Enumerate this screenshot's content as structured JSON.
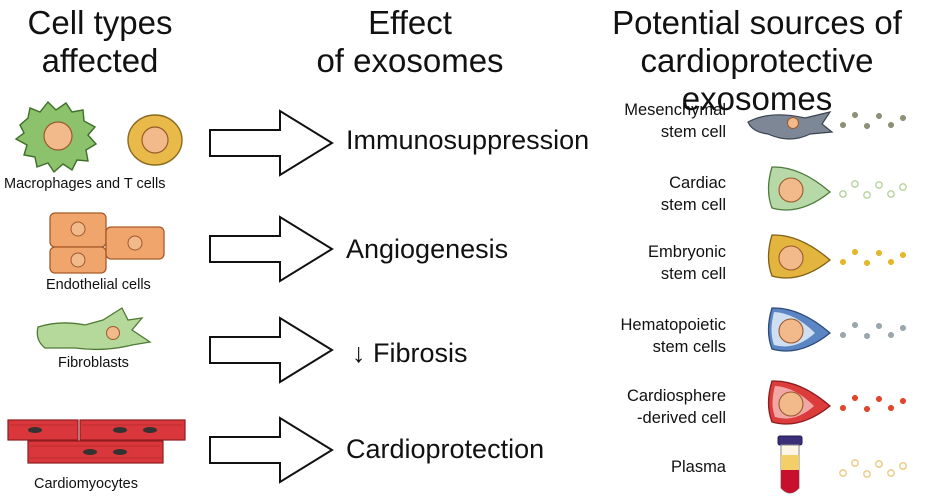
{
  "headers": {
    "cell_types": [
      "Cell types",
      "affected"
    ],
    "effect": [
      "Effect",
      "of exosomes"
    ],
    "sources": [
      "Potential sources of",
      "cardioprotective exosomes"
    ]
  },
  "cell_types": [
    {
      "label": "Macrophages and T cells"
    },
    {
      "label": "Endothelial  cells"
    },
    {
      "label": "Fibroblasts"
    },
    {
      "label": "Cardiomyocytes"
    }
  ],
  "effects": [
    {
      "label": "Immunosuppression"
    },
    {
      "label": "Angiogenesis"
    },
    {
      "label": "↓ Fibrosis"
    },
    {
      "label": "Cardioprotection"
    }
  ],
  "sources": [
    {
      "lines": [
        "Mesenchymal",
        "stem cell"
      ],
      "color": "#7d8796",
      "dot_color": "#8b9278"
    },
    {
      "lines": [
        "Cardiac",
        "stem cell"
      ],
      "color": "#b7d9a8",
      "dot_color": "#b5d19c"
    },
    {
      "lines": [
        "Embryonic",
        "stem cell"
      ],
      "color": "#e3b53e",
      "dot_color": "#e7b62a"
    },
    {
      "lines": [
        "Hematopoietic",
        "stem cells"
      ],
      "color": "#5b86c3",
      "dot_color": "#9aa7ad"
    },
    {
      "lines": [
        "Cardiosphere",
        "-derived cell"
      ],
      "color": "#dd3c3c",
      "dot_color": "#e2452b"
    },
    {
      "lines": [
        "Plasma"
      ],
      "color": "#c8102e",
      "dot_color": "#eac77a"
    }
  ],
  "colors": {
    "nucleus": "#f2b98a",
    "macrophage": "#8cc26b",
    "tcell": "#e9b94a",
    "endothelial": "#f0a56c",
    "fibroblast": "#b5d99a",
    "cardiomyocyte": "#d9373c"
  }
}
